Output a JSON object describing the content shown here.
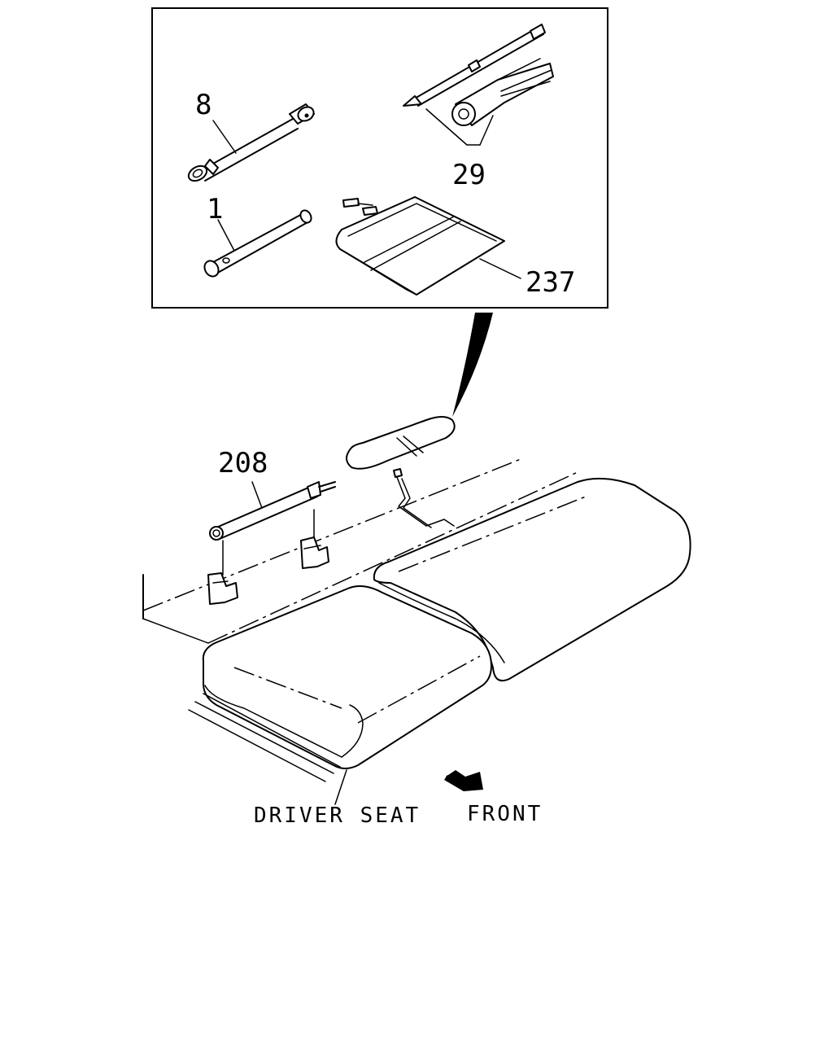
{
  "callouts": {
    "part_8": "8",
    "part_29": "29",
    "part_1": "1",
    "part_237": "237",
    "part_208": "208"
  },
  "captions": {
    "driver_seat": "DRIVER SEAT",
    "front": "FRONT"
  }
}
